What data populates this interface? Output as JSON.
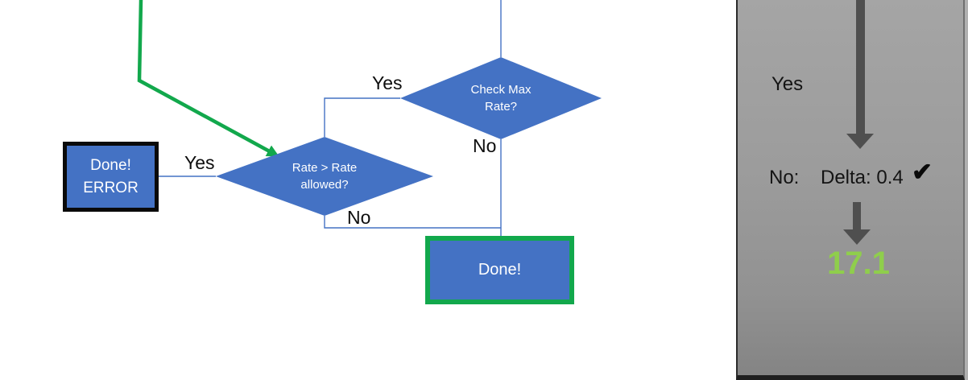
{
  "slide": {
    "flowchart": {
      "check_max_diamond": {
        "line1": "Check Max",
        "line2": "Rate?"
      },
      "check_max_yes": "Yes",
      "check_max_no": "No",
      "rate_allowed_diamond": {
        "line1": "Rate > Rate",
        "line2": "allowed?"
      },
      "rate_allowed_yes": "Yes",
      "rate_allowed_no": "No",
      "done_error_box": {
        "line1": "Done!",
        "line2": "ERROR"
      },
      "done_box": {
        "label": "Done!"
      }
    },
    "side_panel": {
      "yes_label": "Yes",
      "no_label": "No:",
      "delta_value": "Delta: 0.4",
      "check_glyph": "✔",
      "result_value": "17.1"
    },
    "colors": {
      "shape_blue": "#4472C4",
      "accent_green": "#12A84C",
      "result_green": "#8FCE4C",
      "arrow_gray": "#4F4F4F"
    }
  }
}
